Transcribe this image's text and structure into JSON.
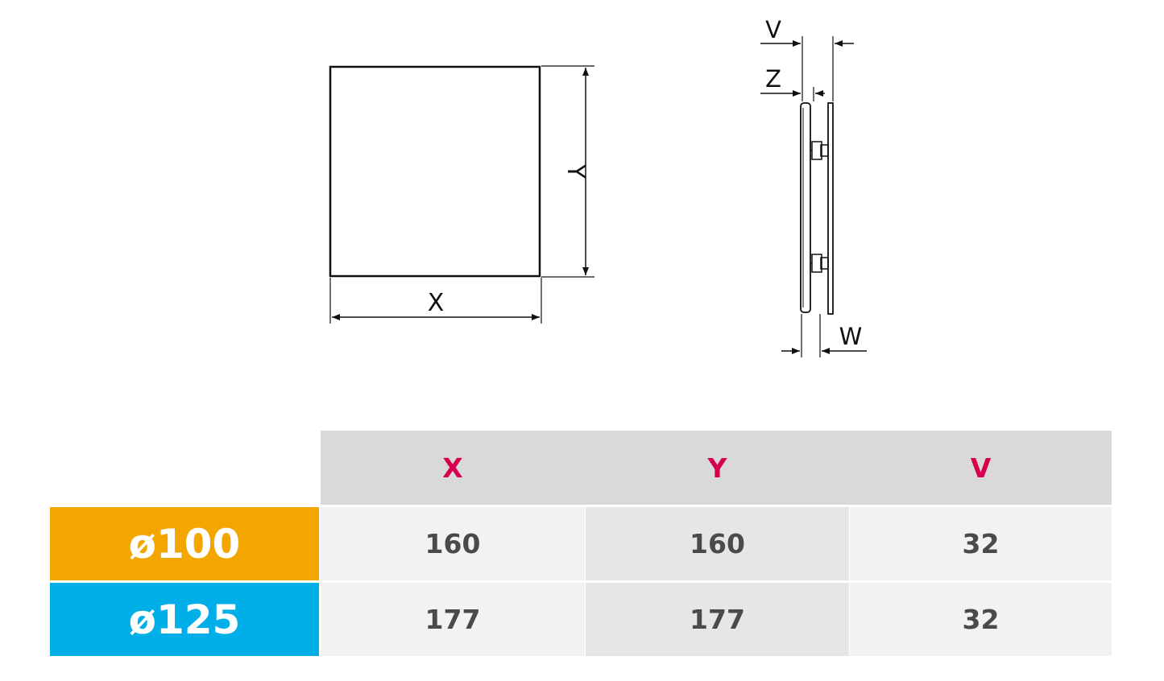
{
  "drawing": {
    "front_labels": {
      "x": "X",
      "y": "Y"
    },
    "side_labels": {
      "v": "V",
      "z": "Z",
      "w": "W"
    }
  },
  "table": {
    "header_color": "#d6004f",
    "columns": [
      "X",
      "Y",
      "V"
    ],
    "rows": [
      {
        "label": "ø100",
        "color": "#f3a600",
        "values": [
          "160",
          "160",
          "32"
        ]
      },
      {
        "label": "ø125",
        "color": "#00aee8",
        "values": [
          "177",
          "177",
          "32"
        ]
      }
    ]
  }
}
